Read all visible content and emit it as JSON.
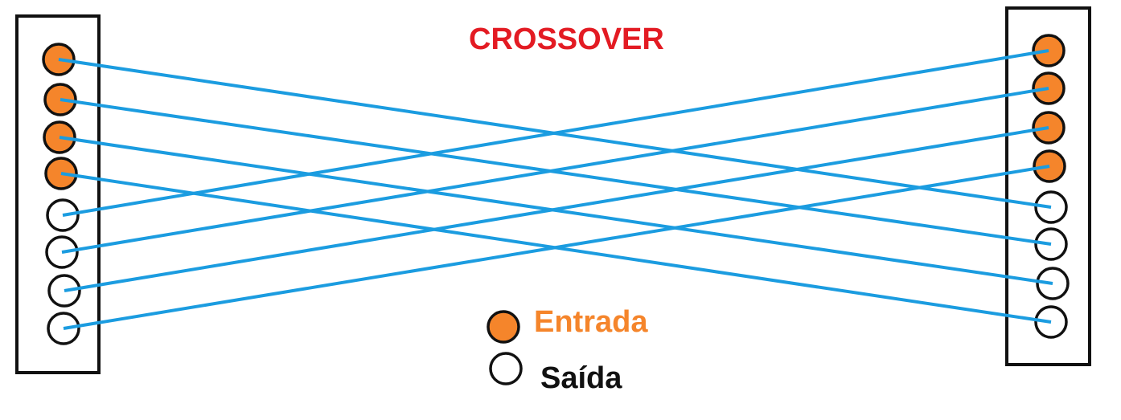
{
  "diagram": {
    "title": "CROSSOVER",
    "legend": {
      "input_label": "Entrada",
      "output_label": "Saída"
    },
    "left_connector_pins": [
      "input",
      "input",
      "input",
      "input",
      "output",
      "output",
      "output",
      "output"
    ],
    "right_connector_pins": [
      "input",
      "input",
      "input",
      "input",
      "output",
      "output",
      "output",
      "output"
    ],
    "connections": [
      {
        "from": "left-1",
        "to": "right-5"
      },
      {
        "from": "left-2",
        "to": "right-6"
      },
      {
        "from": "left-3",
        "to": "right-7"
      },
      {
        "from": "left-4",
        "to": "right-8"
      },
      {
        "from": "left-5",
        "to": "right-1"
      },
      {
        "from": "left-6",
        "to": "right-2"
      },
      {
        "from": "left-7",
        "to": "right-3"
      },
      {
        "from": "left-8",
        "to": "right-4"
      }
    ]
  },
  "colors": {
    "title": "#e31b23",
    "input_fill": "#f5852b",
    "output_fill": "#ffffff",
    "wire": "#1b9ce0",
    "outline": "#111111",
    "input_label": "#f5852b",
    "output_label": "#111111"
  }
}
